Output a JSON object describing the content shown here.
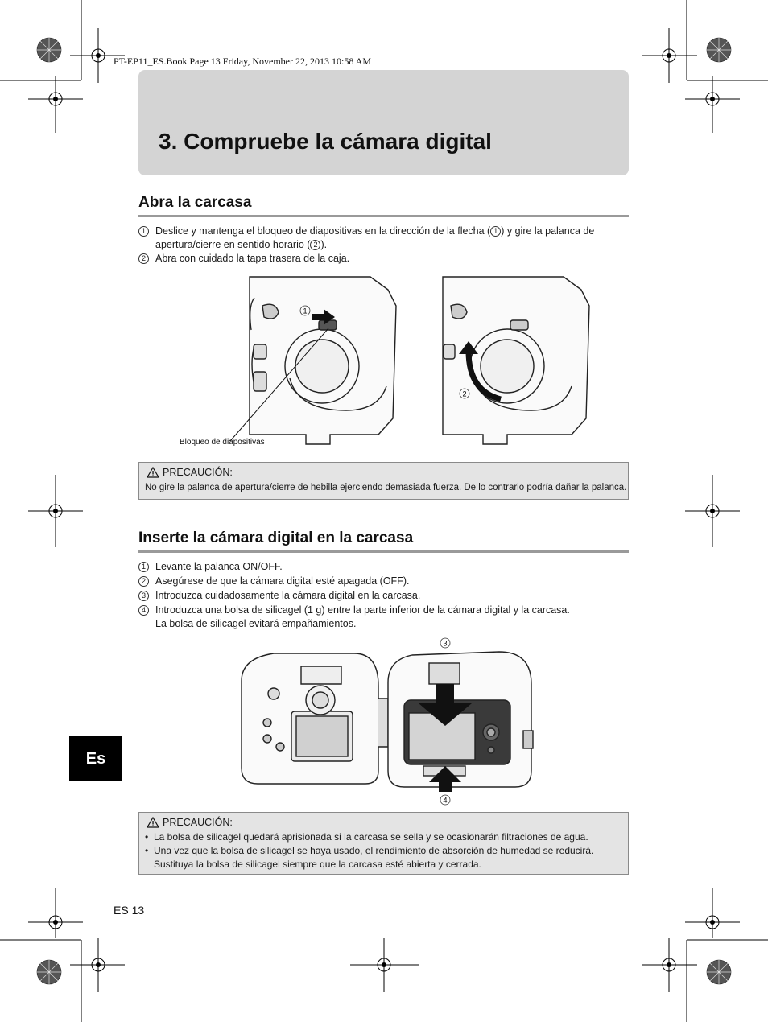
{
  "print_header": "PT-EP11_ES.Book  Page 13  Friday, November 22, 2013  10:58 AM",
  "title": "3. Compruebe la cámara digital",
  "section1": {
    "heading": "Abra la carcasa",
    "steps": [
      {
        "num": "1",
        "text_a": "Deslice y mantenga el bloqueo de diapositivas en la dirección de la flecha (",
        "text_b": ") y gire la palanca de apertura/cierre en sentido horario (",
        "text_c": ").",
        "ref1": "1",
        "ref2": "2"
      },
      {
        "num": "2",
        "text": "Abra con cuidado la tapa trasera de la caja."
      }
    ],
    "figure": {
      "callout1": "1",
      "callout2": "2",
      "label": "Bloqueo de diapositivas"
    },
    "caution": {
      "title": "PRECAUCIÓN:",
      "text": "No gire la palanca de apertura/cierre de hebilla ejerciendo demasiada fuerza. De lo contrario podría dañar la palanca."
    }
  },
  "section2": {
    "heading": "Inserte la cámara digital en la carcasa",
    "steps": [
      {
        "num": "1",
        "text": "Levante la palanca ON/OFF."
      },
      {
        "num": "2",
        "text": "Asegúrese de que la cámara digital esté apagada (OFF)."
      },
      {
        "num": "3",
        "text": "Introduzca cuidadosamente la cámara digital en la carcasa."
      },
      {
        "num": "4",
        "text": "Introduzca una bolsa de silicagel (1 g) entre la parte inferior de la cámara digital y la carcasa.",
        "text2": "La bolsa de silicagel evitará empañamientos."
      }
    ],
    "figure": {
      "callout3": "3",
      "callout4": "4"
    },
    "caution": {
      "title": "PRECAUCIÓN:",
      "bullets": [
        "La bolsa de silicagel quedará aprisionada si la carcasa se sella y se ocasionarán filtraciones de agua.",
        "Una vez que la bolsa de silicagel se haya usado, el rendimiento de absorción de humedad se reducirá. Sustituya la bolsa de silicagel siempre que la carcasa esté abierta y cerrada."
      ]
    }
  },
  "side_tab": "Es",
  "page_number": "ES 13"
}
